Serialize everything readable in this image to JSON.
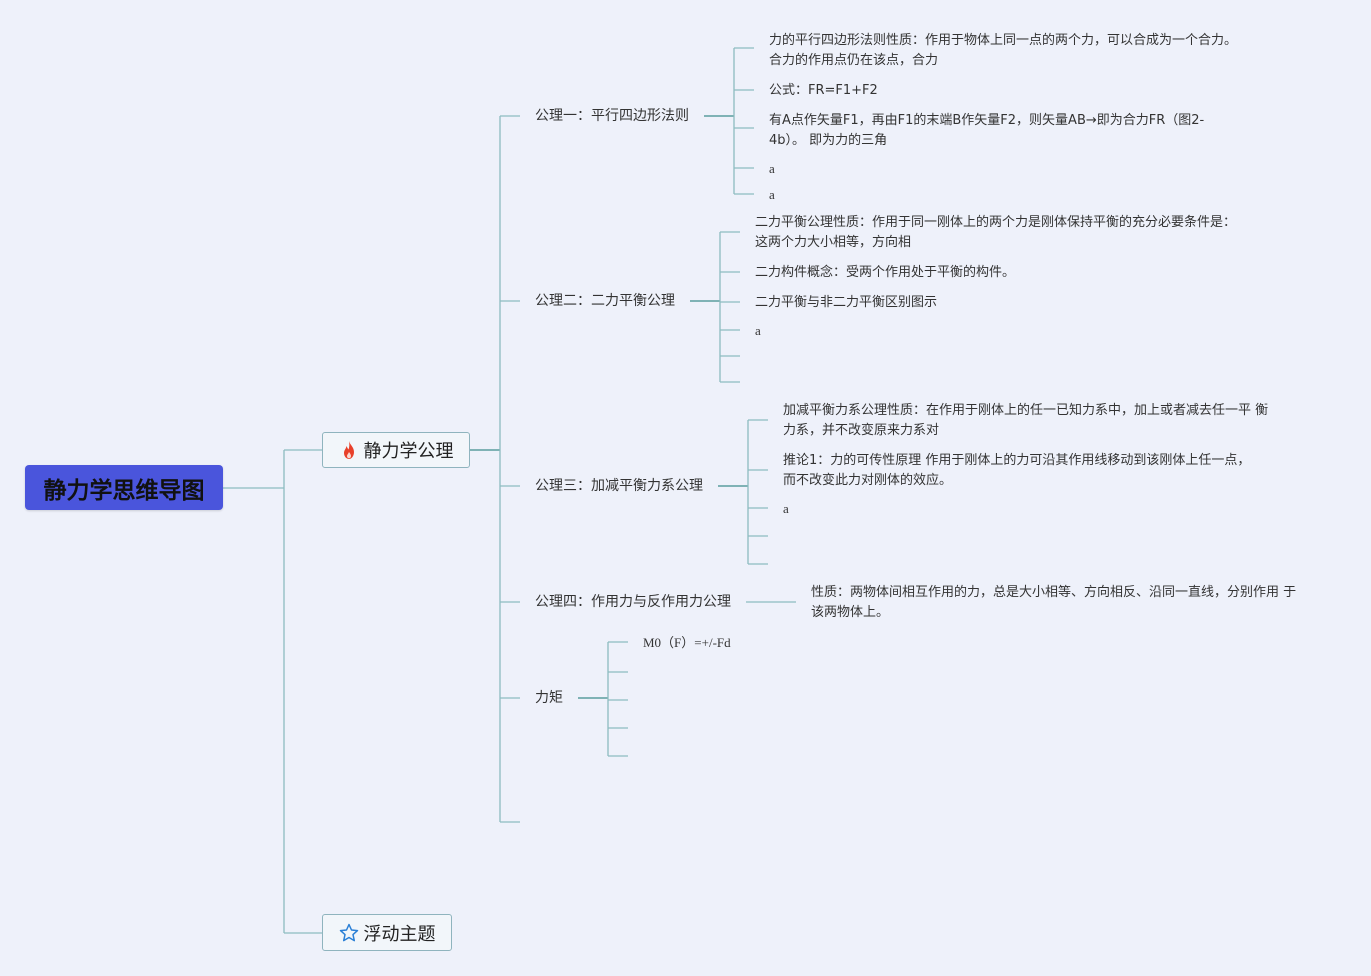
{
  "root": {
    "title": "静力学思维导图"
  },
  "main_topic": {
    "label": "静力学公理",
    "icon": "fire-icon",
    "icon_color": "#e8402a"
  },
  "floating_topic": {
    "label": "浮动主题",
    "icon": "star-icon",
    "icon_color": "#2a7fd6"
  },
  "branches": [
    {
      "label": "公理一：平行四边形法则",
      "children": [
        "力的平行四边形法则性质：作用于物体上同一点的两个力，可以合成为一个合力。 合力的作用点仍在该点，合力",
        "公式：FR=F1+F2",
        "有A点作矢量F1，再由F1的末端B作矢量F2，则矢量AB→即为合力FR（图2-4b）。 即为力的三角",
        "a",
        "a"
      ]
    },
    {
      "label": "公理二：二力平衡公理",
      "children": [
        "二力平衡公理性质：作用于同一刚体上的两个力是刚体保持平衡的充分必要条件是： 这两个力大小相等，方向相",
        "二力构件概念：受两个作用处于平衡的构件。",
        "二力平衡与非二力平衡区别图示",
        "a"
      ]
    },
    {
      "label": "公理三：加减平衡力系公理",
      "children": [
        "加减平衡力系公理性质：在作用于刚体上的任一已知力系中，加上或者减去任一平 衡力系，并不改变原来力系对",
        "推论1：力的可传性原理 作用于刚体上的力可沿其作用线移动到该刚体上任一点，而不改变此力对刚体的效应。",
        "a"
      ]
    },
    {
      "label": "公理四：作用力与反作用力公理",
      "children": [
        "性质：两物体间相互作用的力，总是大小相等、方向相反、沿同一直线，分别作用 于该两物体上。"
      ]
    },
    {
      "label": "力矩",
      "children": [
        "M0（F）=+/-Fd"
      ]
    }
  ],
  "colors": {
    "background": "#eef1fa",
    "root_fill": "#4a55dc",
    "line": "#7ab0b6",
    "line_dark": "#3d8c8c"
  }
}
